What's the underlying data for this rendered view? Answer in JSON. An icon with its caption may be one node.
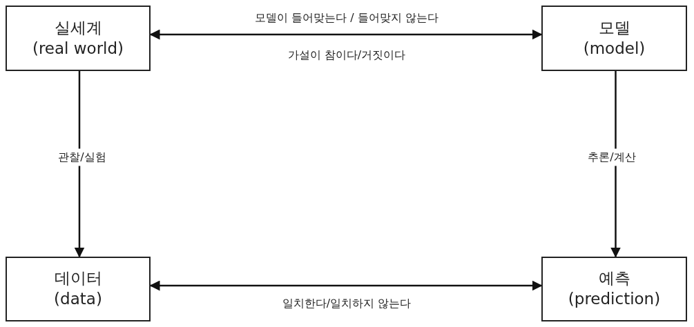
{
  "diagram": {
    "nodes": [
      {
        "text": [
          "실세계",
          "(real world)"
        ]
      },
      {
        "text": [
          "모델",
          "(model)"
        ]
      },
      {
        "text": [
          "데이터",
          "(data)"
        ]
      },
      {
        "text": [
          "예측",
          "(prediction)"
        ]
      }
    ],
    "edges": [
      {
        "from": 0,
        "to": 1,
        "arrow": "both",
        "label": "모델이 들어맞는다 / 들어맞지 않는다"
      },
      {
        "from": 0,
        "to": 2,
        "arrow": "to",
        "label": "관찰/실험"
      },
      {
        "from": 1,
        "to": 3,
        "arrow": "to",
        "label": "추론/계산"
      },
      {
        "from": 2,
        "to": 3,
        "arrow": "both",
        "label": "일치한다/일치하지 않는다"
      }
    ],
    "labels": [
      "가설이 참이다/거짓이다"
    ]
  }
}
